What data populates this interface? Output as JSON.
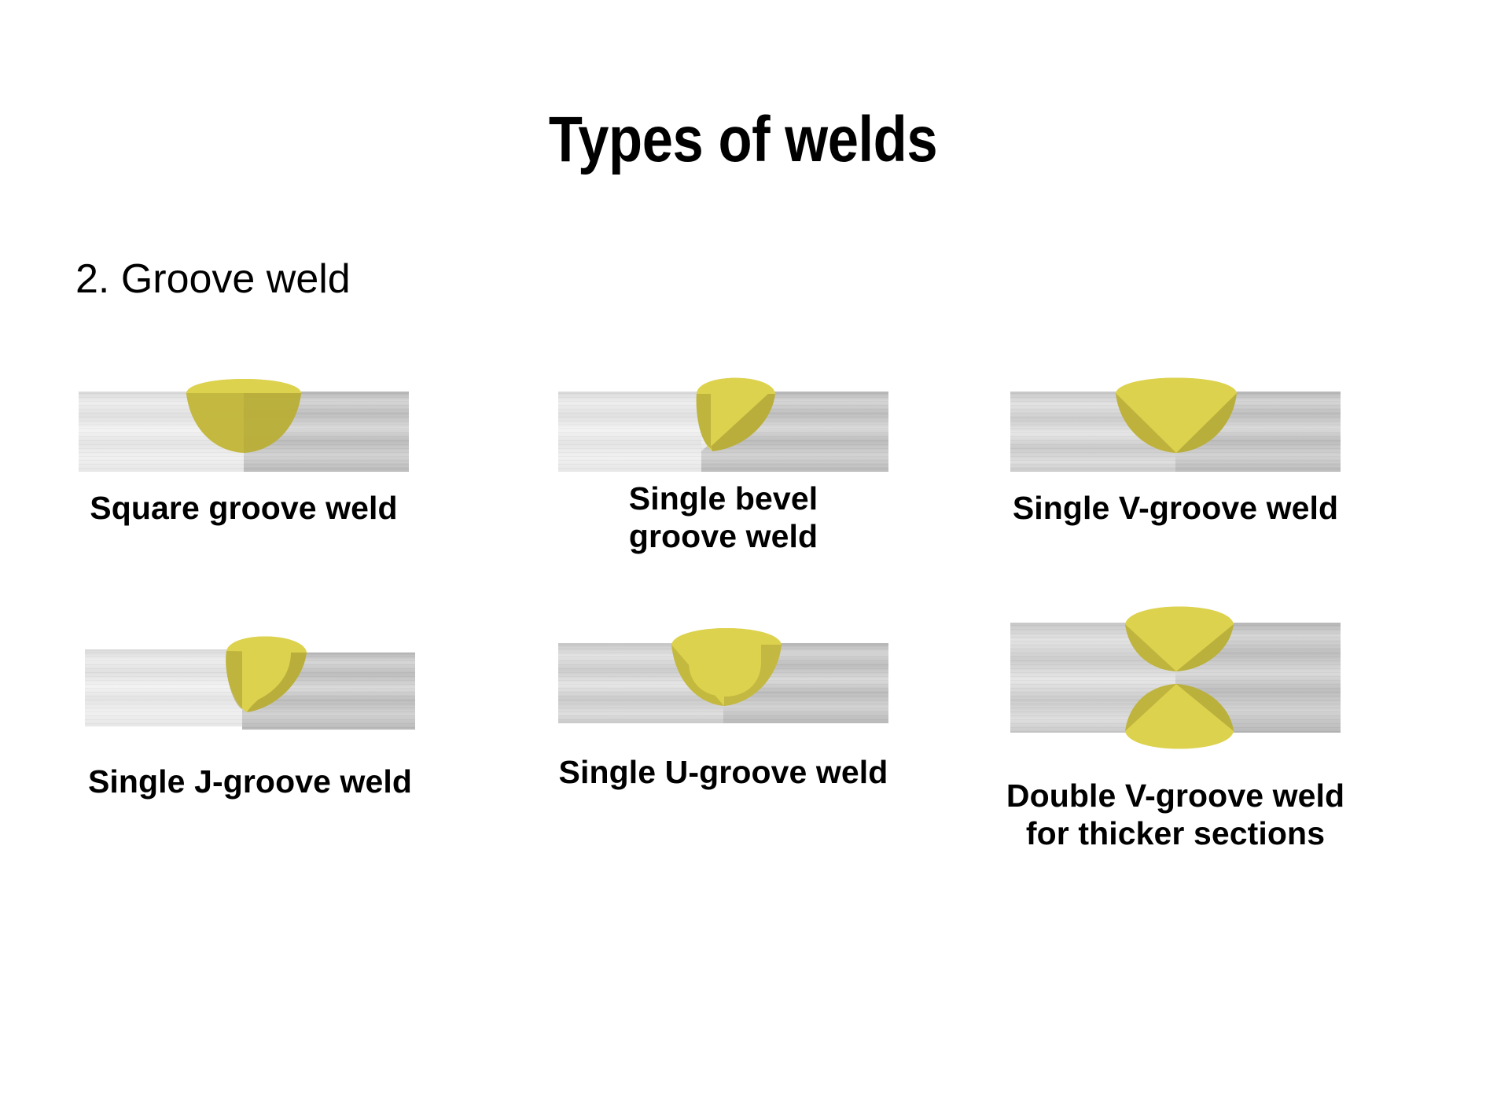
{
  "slide": {
    "title": "Types of welds",
    "background_color": "#ffffff",
    "section": {
      "number_label": "2. Groove weld"
    }
  },
  "palette": {
    "text": "#000000",
    "weld_bright": "#ddd24e",
    "weld_shadow": "#b3a634",
    "weld_dark": "#9d9130",
    "plate_left_light": "#f2f2f2",
    "plate_left_dark": "#dcdcdc",
    "plate_right_light": "#d7d7d7",
    "plate_right_dark": "#a9a9a9"
  },
  "figures": [
    {
      "id": "square-groove-weld",
      "caption": "Square groove weld",
      "groove_type": "square",
      "icon": "square-groove-weld-icon"
    },
    {
      "id": "single-bevel-groove-weld",
      "caption": "Single bevel\ngroove weld",
      "groove_type": "single-bevel",
      "icon": "single-bevel-groove-weld-icon"
    },
    {
      "id": "single-v-groove-weld",
      "caption": "Single V-groove weld",
      "groove_type": "single-v",
      "icon": "single-v-groove-weld-icon"
    },
    {
      "id": "single-j-groove-weld",
      "caption": "Single J-groove weld",
      "groove_type": "single-j",
      "icon": "single-j-groove-weld-icon"
    },
    {
      "id": "single-u-groove-weld",
      "caption": "Single U-groove weld",
      "groove_type": "single-u",
      "icon": "single-u-groove-weld-icon"
    },
    {
      "id": "double-v-groove-weld",
      "caption": "Double V-groove weld\nfor thicker sections",
      "groove_type": "double-v",
      "icon": "double-v-groove-weld-icon"
    }
  ]
}
